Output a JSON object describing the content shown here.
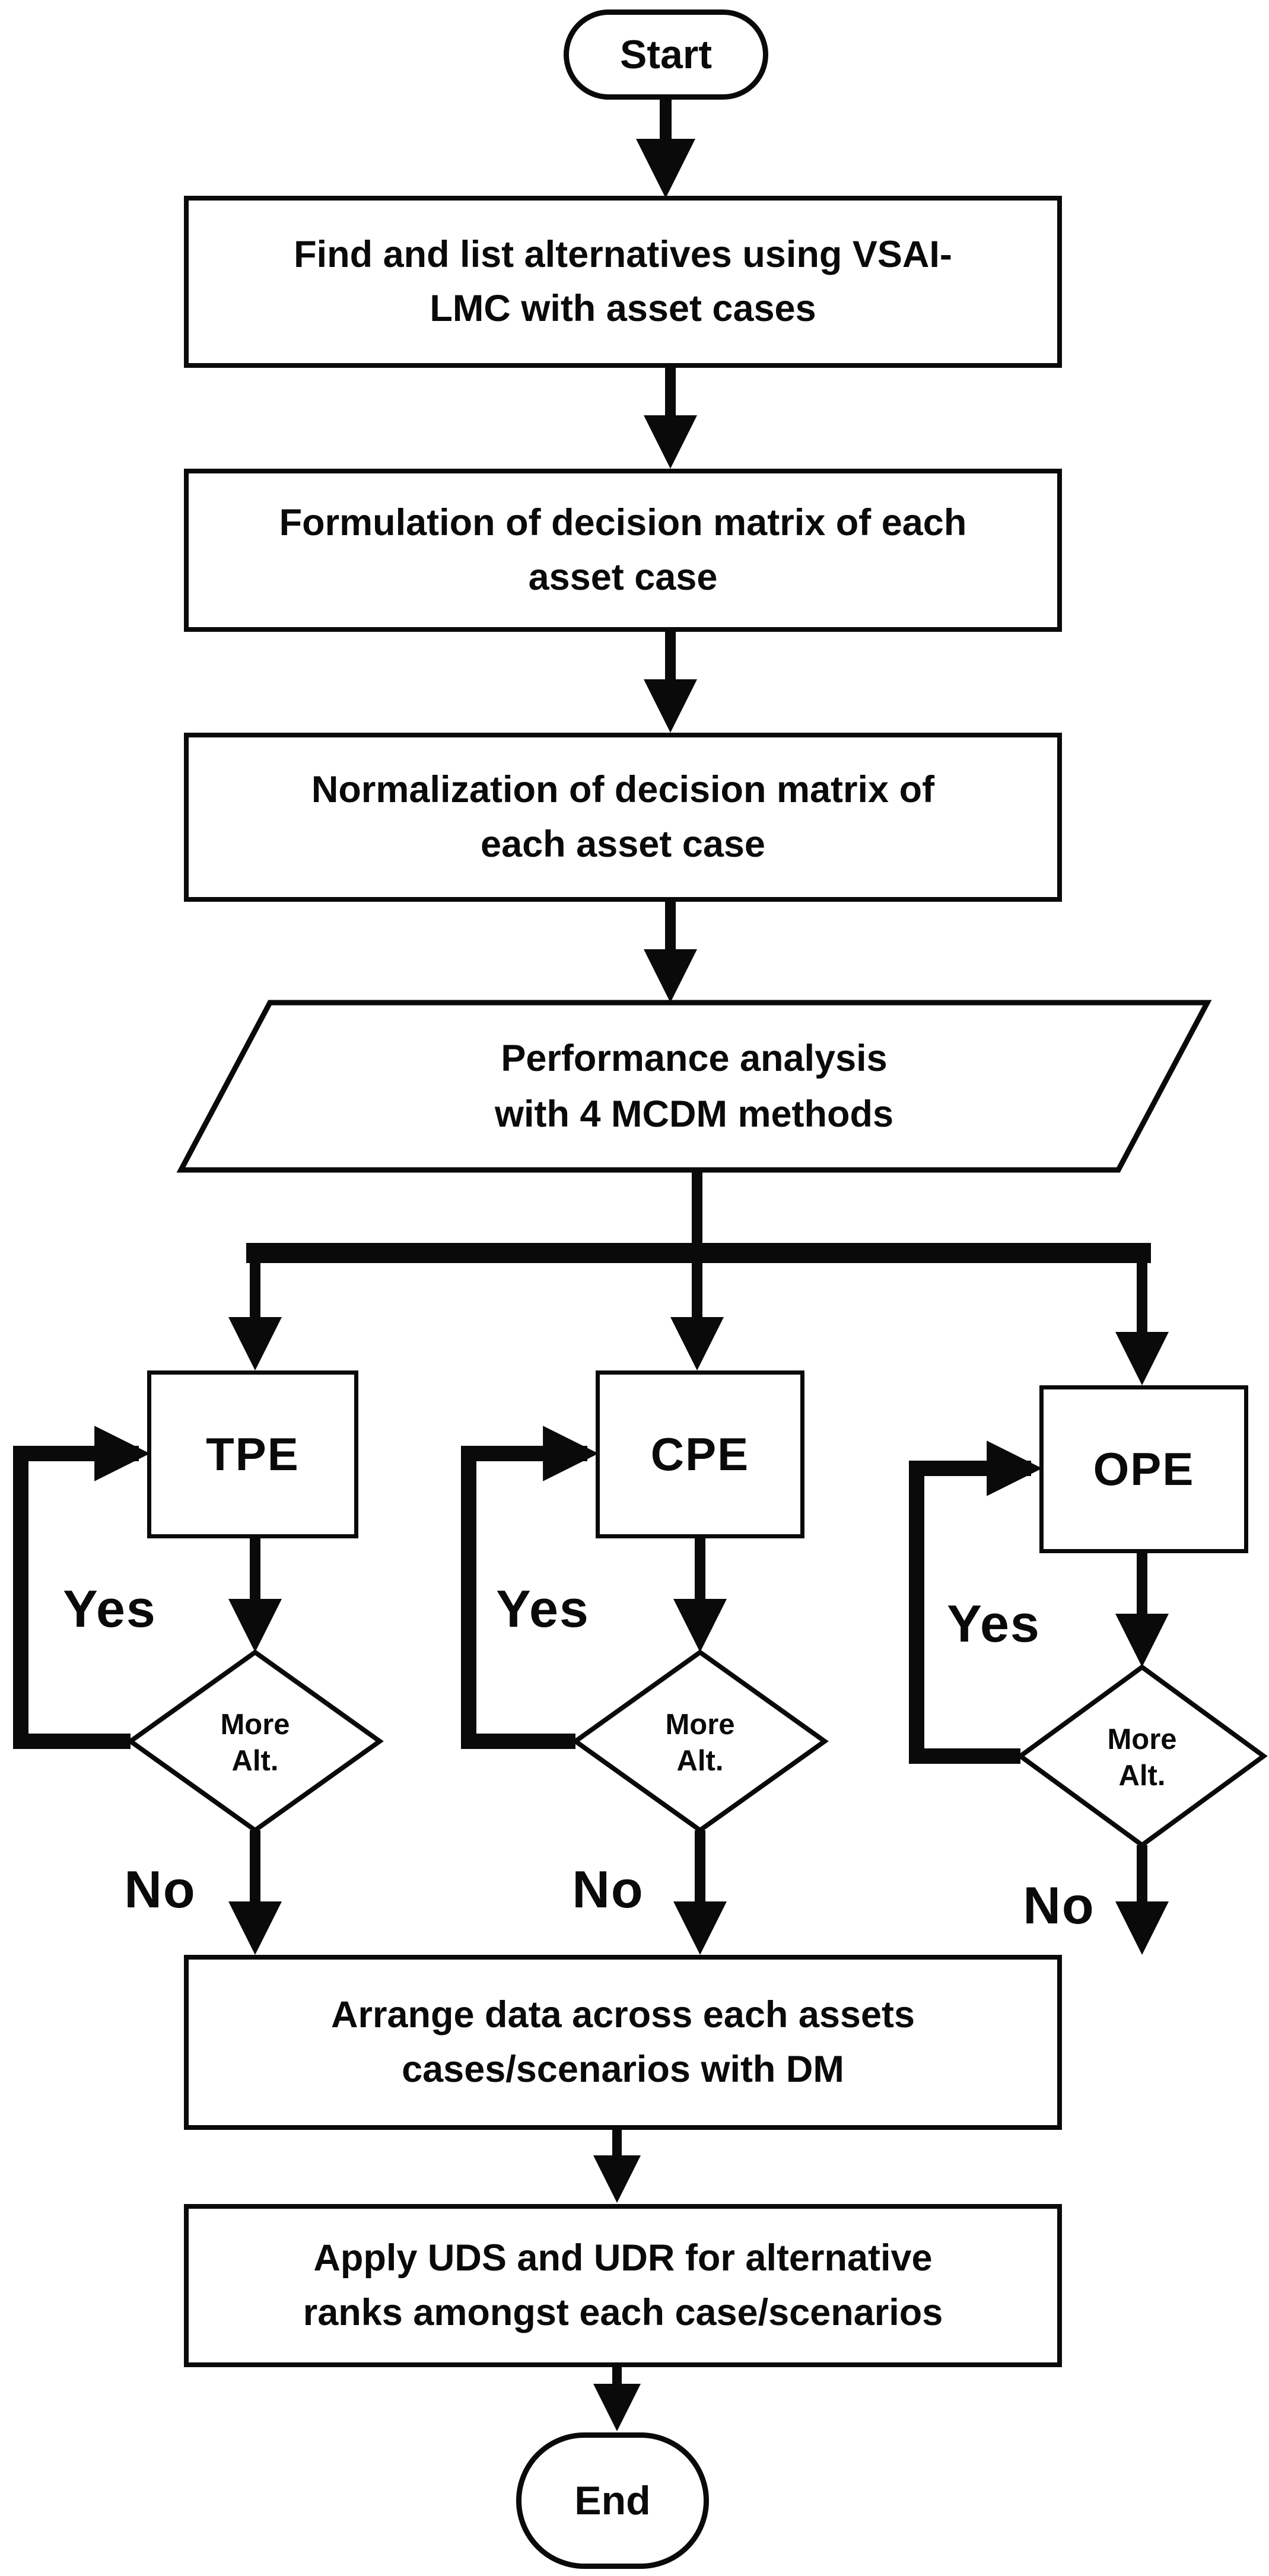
{
  "colors": {
    "ink": "#0a0a0a",
    "background": "#ffffff"
  },
  "nodes": {
    "start": {
      "label": "Start"
    },
    "find": {
      "label": "Find and list alternatives using VSAI-\nLMC with asset cases"
    },
    "formulate": {
      "label": "Formulation of decision matrix of each\nasset case"
    },
    "normalize": {
      "label": "Normalization of decision matrix of\neach asset case"
    },
    "performance": {
      "label": "Performance analysis\nwith 4 MCDM methods"
    },
    "arrange": {
      "label": "Arrange data across each assets\ncases/scenarios with DM"
    },
    "apply": {
      "label": "Apply UDS and UDR for alternative\nranks amongst each case/scenarios"
    },
    "end": {
      "label": "End"
    }
  },
  "branches": [
    {
      "method": "TPE",
      "decision": "More\nAlt.",
      "yes_label": "Yes",
      "no_label": "No"
    },
    {
      "method": "CPE",
      "decision": "More\nAlt.",
      "yes_label": "Yes",
      "no_label": "No"
    },
    {
      "method": "OPE",
      "decision": "More\nAlt.",
      "yes_label": "Yes",
      "no_label": "No"
    }
  ]
}
